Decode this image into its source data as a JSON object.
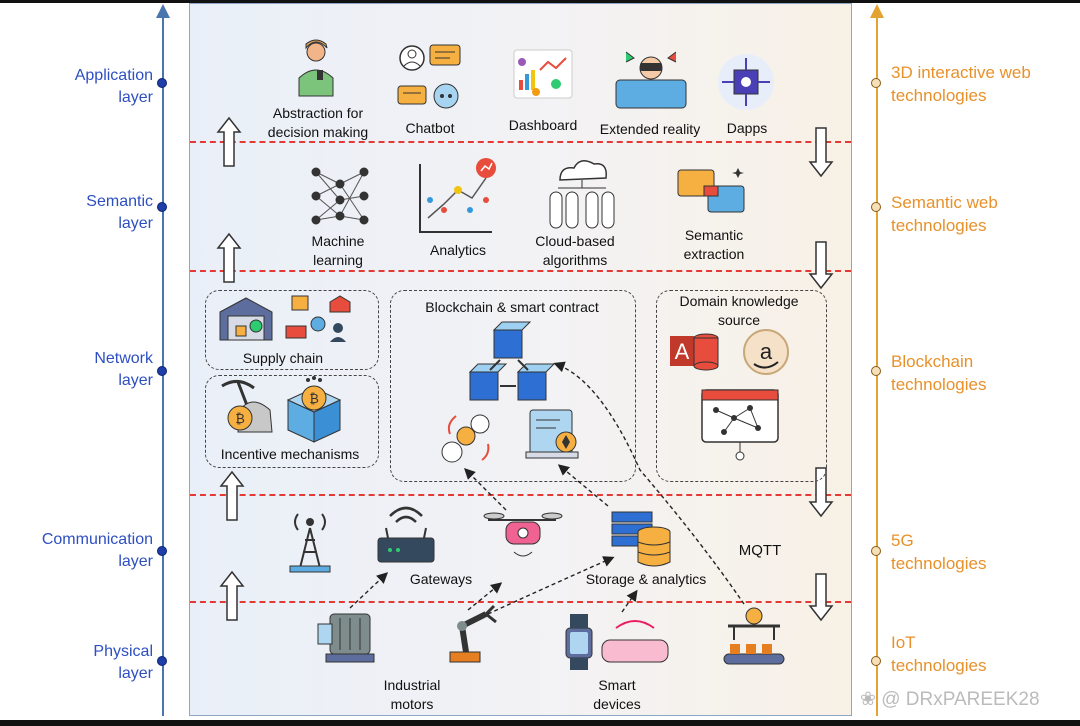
{
  "layers": [
    {
      "name": "Application\nlayer"
    },
    {
      "name": "Semantic\nlayer"
    },
    {
      "name": "Network\nlayer"
    },
    {
      "name": "Communication\nlayer"
    },
    {
      "name": "Physical\nlayer"
    }
  ],
  "technologies": [
    {
      "name": "3D interactive web\ntechnologies"
    },
    {
      "name": "Semantic web\ntechnologies"
    },
    {
      "name": "Blockchain\ntechnologies"
    },
    {
      "name": "5G\ntechnologies"
    },
    {
      "name": "IoT\ntechnologies"
    }
  ],
  "application": {
    "items": [
      "Abstraction for\ndecision making",
      "Chatbot",
      "Dashboard",
      "Extended reality",
      "Dapps"
    ]
  },
  "semantic": {
    "items": [
      "Machine\nlearning",
      "Analytics",
      "Cloud-based\nalgorithms",
      "Semantic\nextraction"
    ]
  },
  "network": {
    "supply_chain": "Supply chain",
    "incentive": "Incentive mechanisms",
    "blockchain_title": "Blockchain & smart contract",
    "domain_title": "Domain knowledge\nsource"
  },
  "communication": {
    "gateways": "Gateways",
    "storage": "Storage & analytics",
    "mqtt": "MQTT"
  },
  "physical": {
    "motors": "Industrial\nmotors",
    "smart_devices": "Smart\ndevices"
  },
  "watermark": "❀ @ DRxPAREEK28",
  "colors": {
    "left_axis": "#4a76b0",
    "right_axis": "#e2a331",
    "layer_text": "#2d4fc2",
    "tech_text": "#e8912a",
    "divider": "#e53935"
  }
}
